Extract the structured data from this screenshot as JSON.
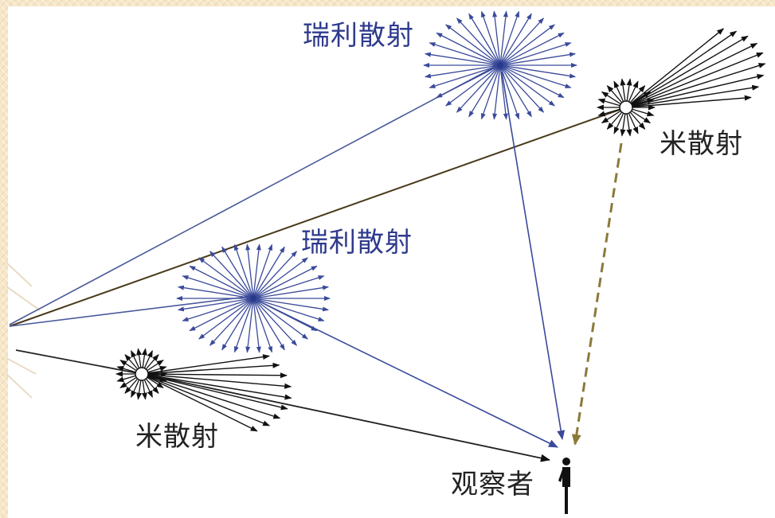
{
  "labels": {
    "rayleigh_top": "瑞利散射",
    "rayleigh_mid": "瑞利散射",
    "mie_top": "米散射",
    "mie_bottom": "米散射",
    "observer": "观察者"
  },
  "colors": {
    "rayleigh": "#3a4a9a",
    "rayleigh_text": "#2e3a8c",
    "mie": "#1a1a1a",
    "mie_dashed": "#8a7a3a",
    "ray_to_mie_top": "#5a4a2a"
  }
}
